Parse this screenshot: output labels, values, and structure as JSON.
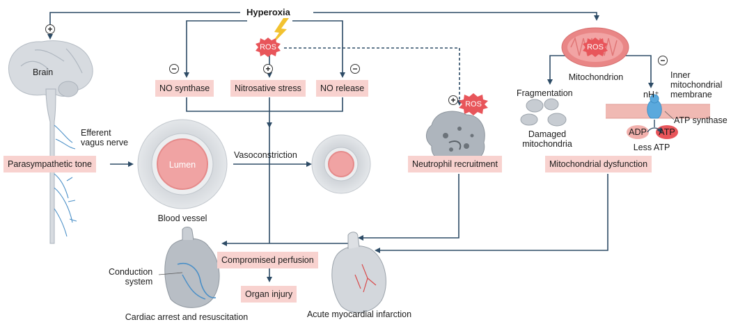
{
  "title": "Hyperoxia",
  "ros_labels": [
    "ROS",
    "ROS",
    "ROS"
  ],
  "boxes": {
    "no_synthase": "NO synthase",
    "nitrosative_stress": "Nitrosative stress",
    "no_release": "NO release",
    "parasympathetic_tone": "Parasympathetic tone",
    "neutrophil_recruitment": "Neutrophil recruitment",
    "mitochondrial_dysfunction": "Mitochondrial dysfunction",
    "compromised_perfusion": "Compromised perfusion",
    "organ_injury": "Organ injury"
  },
  "labels": {
    "brain": "Brain",
    "efferent_vagus": "Efferent\nvagus nerve",
    "lumen": "Lumen",
    "blood_vessel": "Blood vessel",
    "vasoconstriction": "Vasoconstriction",
    "mitochondrion": "Mitochondrion",
    "fragmentation": "Fragmentation",
    "damaged_mitochondria": "Damaged\nmitochondria",
    "inner_membrane": "Inner\nmitochondrial\nmembrane",
    "nh": "nH⁺",
    "atp_synthase": "ATP synthase",
    "adp": "ADP",
    "atp": "ATP",
    "less_atp": "Less ATP",
    "conduction_system": "Conduction\nsystem",
    "cardiac_arrest": "Cardiac arrest and resuscitation",
    "acute_mi": "Acute myocardial infarction"
  },
  "signs": {
    "brain": "+",
    "no_synthase": "−",
    "nitrosative": "+",
    "no_release": "−",
    "neutrophil": "+",
    "mito": "−"
  },
  "colors": {
    "box_fill": "#f8d2cf",
    "ros_fill": "#e8555a",
    "arrow": "#2d4b66",
    "lightning": "#f2c230",
    "vessel_lumen": "#f0a3a3",
    "nerve": "#4a8fc7"
  }
}
